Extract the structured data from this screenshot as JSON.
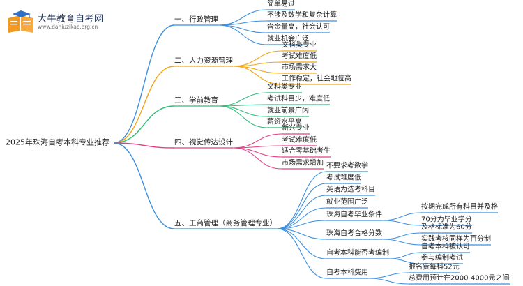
{
  "logo": {
    "title": "大牛教育自考网",
    "url": "www.daniuzikao.org.cn",
    "colors": {
      "book": "#f39a1e",
      "cap": "#2f6fc4",
      "text": "#1a2a4f"
    }
  },
  "mindmap": {
    "root": "2025年珠海自考本科专业推荐",
    "branches": [
      {
        "label": "一、行政管理",
        "color": "#3b8fe0",
        "children": [
          {
            "label": "简单易过"
          },
          {
            "label": "不涉及数学和复杂计算"
          },
          {
            "label": "含金量高，社会认可"
          },
          {
            "label": "就业机会广泛"
          }
        ]
      },
      {
        "label": "二、人力资源管理",
        "color": "#f2a417",
        "children": [
          {
            "label": "文科类专业"
          },
          {
            "label": "考试难度低"
          },
          {
            "label": "市场需求大"
          },
          {
            "label": "工作稳定，社会地位高"
          }
        ]
      },
      {
        "label": "三、学前教育",
        "color": "#2fbd79",
        "children": [
          {
            "label": "文科类专业"
          },
          {
            "label": "考试科目少，难度低"
          },
          {
            "label": "就业前景广阔"
          },
          {
            "label": "薪资水平高"
          }
        ]
      },
      {
        "label": "四、视觉传达设计",
        "color": "#e63f86",
        "children": [
          {
            "label": "新兴专业"
          },
          {
            "label": "考试难度低"
          },
          {
            "label": "适合零基础考生"
          },
          {
            "label": "市场需求增加"
          }
        ]
      },
      {
        "label": "五、工商管理（商务管理专业）",
        "color": "#3b8fe0",
        "children": [
          {
            "label": "不要求考数学"
          },
          {
            "label": "考试难度低"
          },
          {
            "label": "英语为选考科目"
          },
          {
            "label": "就业范围广泛"
          },
          {
            "label": "珠海自考毕业条件",
            "children": [
              {
                "label": "按期完成所有科目并及格"
              },
              {
                "label": "70分为毕业学分"
              }
            ]
          },
          {
            "label": "珠海自考合格分数",
            "children": [
              {
                "label": "及格标准为60分"
              },
              {
                "label": "实践考核同样为百分制"
              }
            ]
          },
          {
            "label": "自考本科能否考编制",
            "children": [
              {
                "label": "自考本科被认可"
              },
              {
                "label": "参与编制考试"
              }
            ]
          },
          {
            "label": "自考本科费用",
            "children": [
              {
                "label": "报名费每科52元"
              },
              {
                "label": "总费用预计在2000-4000元之间"
              }
            ]
          }
        ]
      }
    ]
  }
}
